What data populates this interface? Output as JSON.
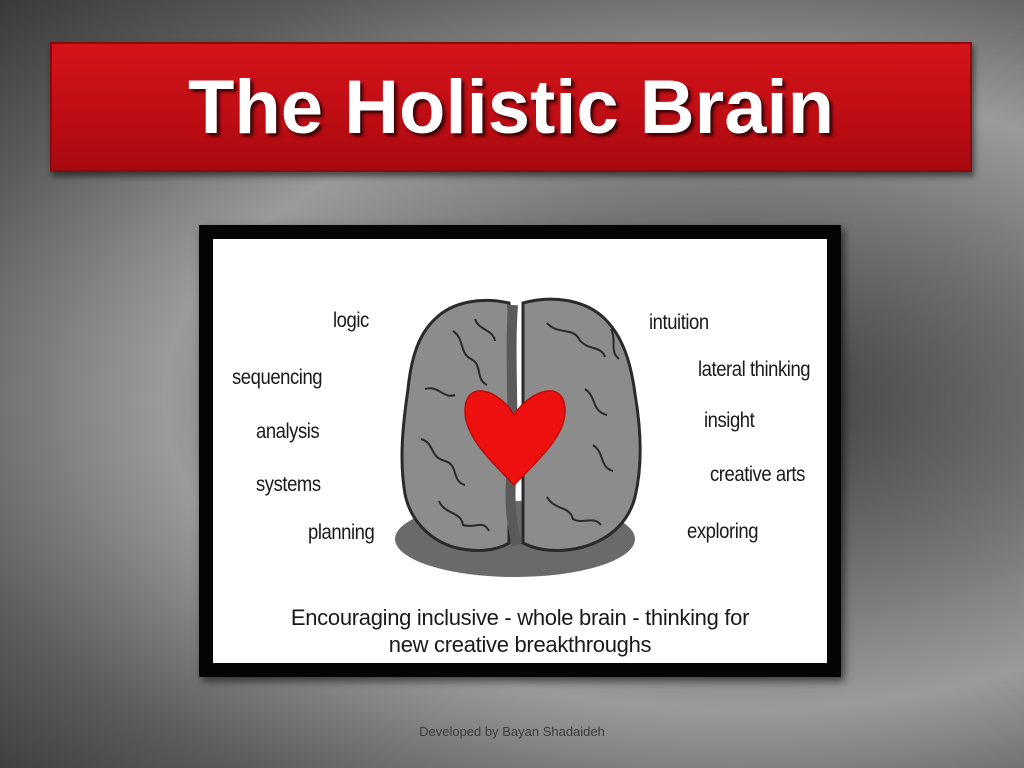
{
  "slide": {
    "title": "The Holistic Brain",
    "footer": "Developed by Bayan Shadaideh"
  },
  "diagram": {
    "left_labels": [
      "logic",
      "sequencing",
      "analysis",
      "systems",
      "planning"
    ],
    "right_labels": [
      "intuition",
      "lateral thinking",
      "insight",
      "creative arts",
      "exploring"
    ],
    "caption_line1": "Encouraging inclusive - whole brain - thinking for",
    "caption_line2": "new creative breakthroughs",
    "icons": [
      "brain-icon",
      "heart-icon"
    ]
  },
  "colors": {
    "banner_red": "#c8101a",
    "heart_red": "#ee0f0f",
    "brain_gray": "#8c8c8c"
  }
}
